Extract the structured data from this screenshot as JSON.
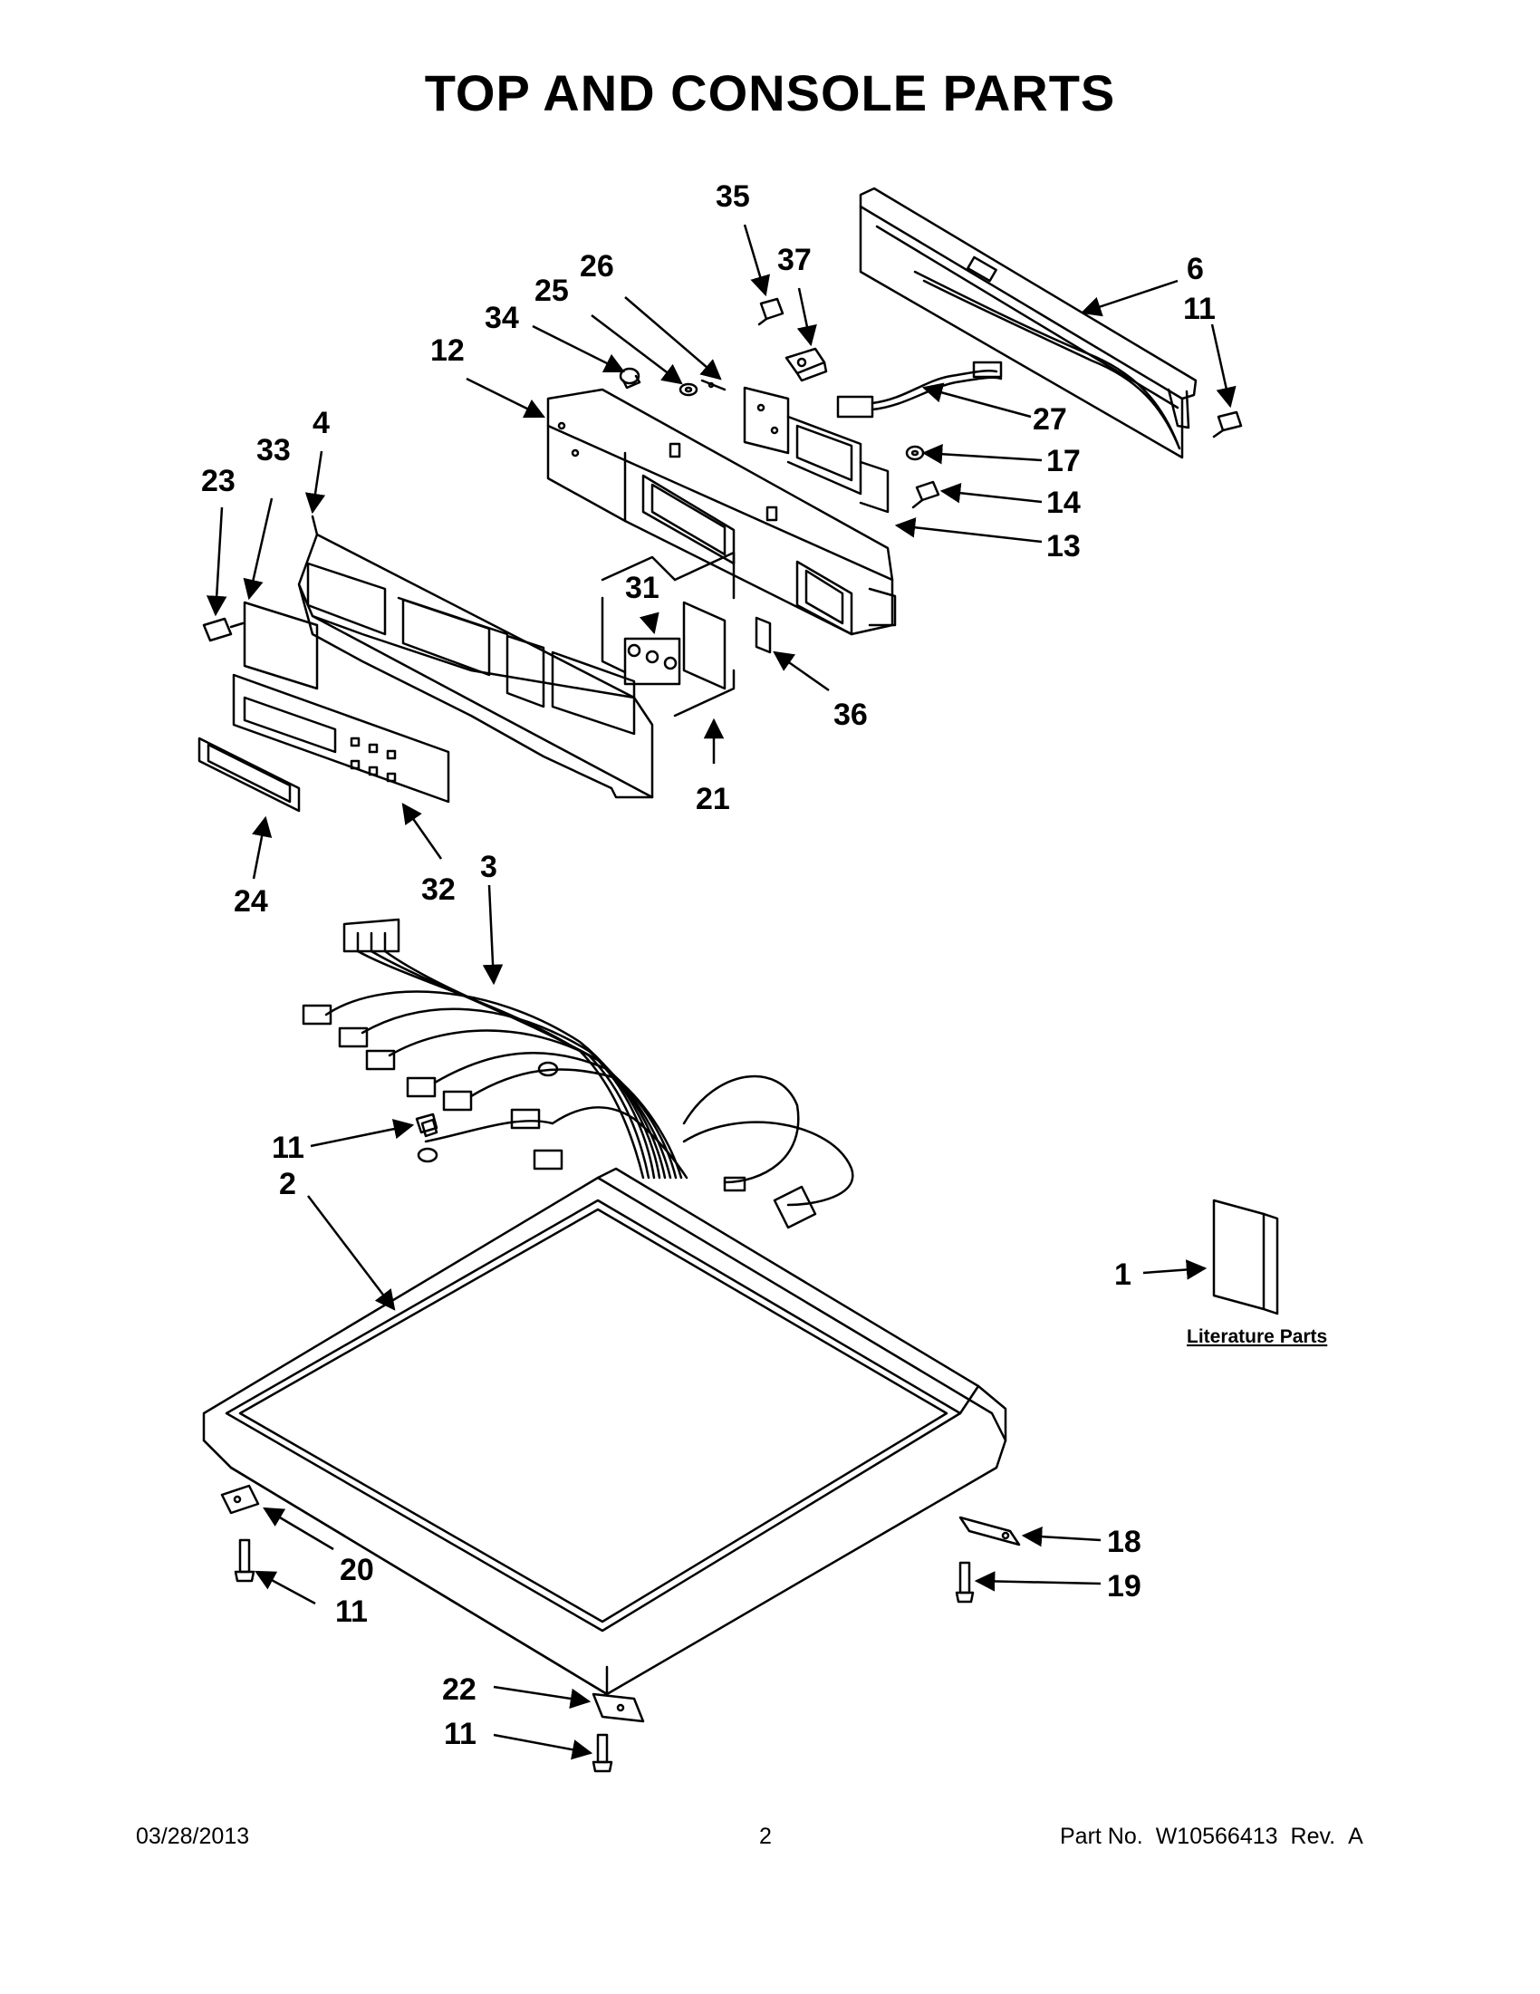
{
  "title": "TOP AND CONSOLE PARTS",
  "callouts": {
    "c35": "35",
    "c37": "37",
    "c6": "6",
    "c11_top": "11",
    "c26": "26",
    "c25": "25",
    "c34": "34",
    "c12": "12",
    "c27": "27",
    "c17": "17",
    "c14": "14",
    "c13": "13",
    "c4": "4",
    "c33": "33",
    "c23": "23",
    "c31": "31",
    "c36": "36",
    "c21": "21",
    "c24": "24",
    "c32": "32",
    "c3": "3",
    "c11_mid": "11",
    "c2": "2",
    "c1": "1",
    "c18": "18",
    "c19": "19",
    "c20": "20",
    "c11_left": "11",
    "c22": "22",
    "c11_bottom": "11"
  },
  "literature_label": "Literature Parts",
  "footer": {
    "date": "03/28/2013",
    "page": "2",
    "part_label": "Part No.",
    "part_number": "W10566413",
    "rev_label": "Rev.",
    "rev": "A"
  }
}
